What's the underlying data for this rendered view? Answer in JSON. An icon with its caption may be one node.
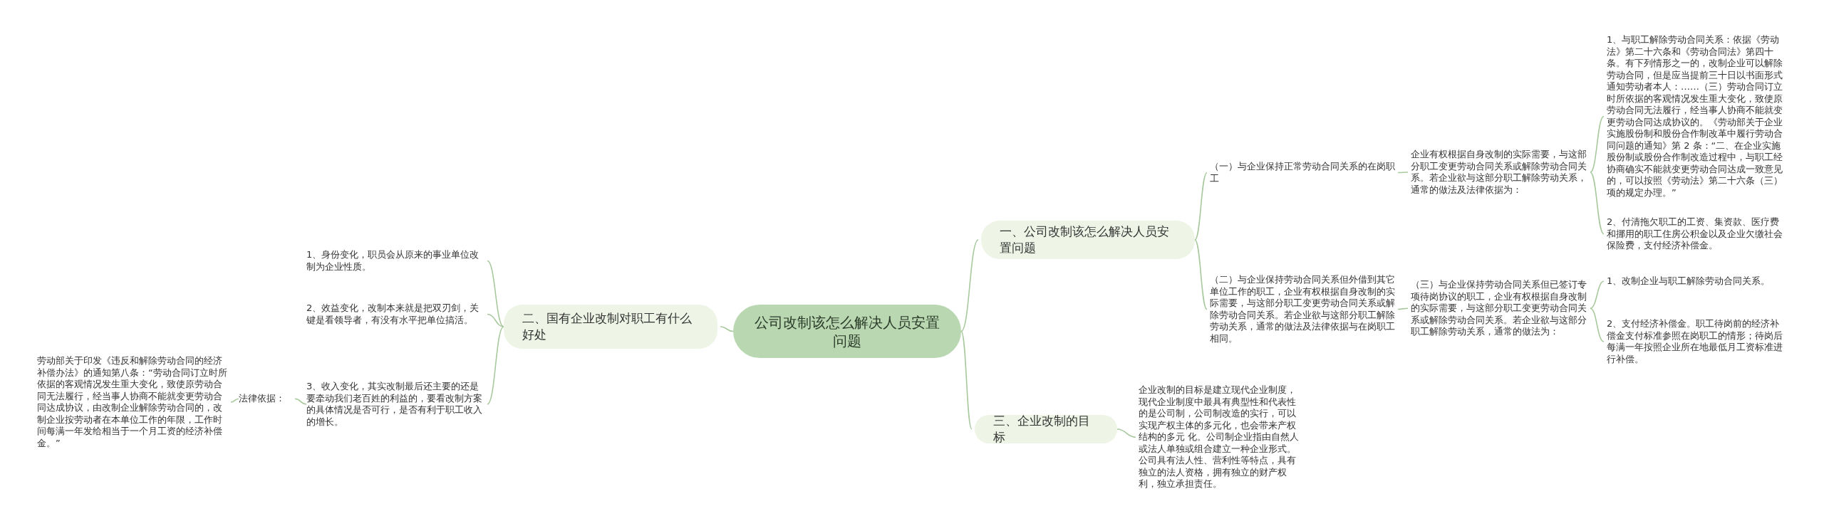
{
  "diagram": {
    "nodes": [
      {
        "text": [
          "公司改制该怎么解决人员安置问题"
        ]
      },
      {
        "text": [
          "一、公司改制该怎么解决人员安置问题"
        ]
      },
      {
        "text": [
          "（一）与企业保持正常劳动合同关系的在岗职工"
        ]
      },
      {
        "text": [
          "企业有权根据自身改制的实际需要，与这部分职工变更劳动合同关系或解除劳动合同关系。若企业欲与这部分职工解除劳动关系，通常的做法及法律依据为："
        ]
      },
      {
        "text": [
          "1、与职工解除劳动合同关系：依据《劳动法》第二十六条和《劳动合同法》第四十条。有下列情形之一的，改制企业可以解除劳动合同，但是应当提前三十日以书面形式通知劳动者本人：……（三）劳动合同订立时所依据的客观情况发生重大变化，致使原劳动合同无法履行，经当事人协商不能就变更劳动合同达成协议的。《劳动部关于企业实施股份制和股份合作制改革中履行劳动合同问题的通知》第 2 条：“二、在企业实施股份制或股份合作制改造过程中，与职工经协商确实不能就变更劳动合同达成一致意见的，可以按照《劳动法》第二十六条（三）项的规定办理。”"
        ]
      },
      {
        "text": [
          "2、付清拖欠职工的工资、集资款、医疗费和挪用的职工住房公积金以及企业欠缴社会保险费，支付经济补偿金。"
        ]
      },
      {
        "text": [
          "（二）与企业保持劳动合同关系但外借到其它单位工作的职工，企业有权根据自身改制的实际需要，与这部分职工变更劳动合同关系或解除劳动合同关系。若企业欲与这部分职工解除劳动关系，通常的做法及法律依据与在岗职工相同。"
        ]
      },
      {
        "text": [
          "（三）与企业保持劳动合同关系但已签订专项待岗协议的职工，企业有权根据自身改制的实际需要，与这部分职工变更劳动合同关系或解除劳动合同关系。若企业欲与这部分职工解除劳动关系，通常的做法为："
        ]
      },
      {
        "text": [
          "1、改制企业与职工解除劳动合同关系。"
        ]
      },
      {
        "text": [
          "2、支付经济补偿金。职工待岗前的经济补偿金支付标准参照在岗职工的情形；待岗后每满一年按照企业所在地最低月工资标准进行补偿。"
        ]
      },
      {
        "text": [
          "二、国有企业改制对职工有什么好处"
        ]
      },
      {
        "text": [
          "1、身份变化，职员会从原来的事业单位改制为企业性质。"
        ]
      },
      {
        "text": [
          "2、效益变化，改制本来就是把双刃剑，关键是看领导者，有没有水平把单位搞活。"
        ]
      },
      {
        "text": [
          "3、收入变化，其实改制最后还主要的还是要牵动我们老百姓的利益的，要看改制方案的具体情况是否可行，是否有利于职工收入的增长。"
        ]
      },
      {
        "text": [
          "法律依据："
        ]
      },
      {
        "text": [
          "劳动部关于印发《违反和解除劳动合同的经济补偿办法》的通知第八条：“劳动合同订立时所依据的客观情况发生重大变化，致使原劳动合同无法履行，经当事人协商不能就变更劳动合同达成协议，由改制企业解除劳动合同的，改制企业按劳动者在本单位工作的年限，工作时间每满一年发给相当于一个月工资的经济补偿金。”"
        ]
      },
      {
        "text": [
          "三、企业改制的目标"
        ]
      },
      {
        "text": [
          "企业改制的目标是建立现代企业制度，现代企业制度中最具有典型性和代表性的是公司制，公司制改造的实行，可以实现产权主体的多元化，也会带来产权结构的多元 化。公司制企业指由自然人或法人单独或组合建立一种企业形式。公司具有法人性、营利性等特点，具有独立的法人资格，拥有独立的财产权利，独立承担责任。"
        ]
      }
    ],
    "edges": [
      {
        "from": 0,
        "to": 1,
        "arrow": "none"
      },
      {
        "from": 1,
        "to": 2,
        "arrow": "none"
      },
      {
        "from": 2,
        "to": 3,
        "arrow": "none"
      },
      {
        "from": 3,
        "to": 4,
        "arrow": "none"
      },
      {
        "from": 3,
        "to": 5,
        "arrow": "none"
      },
      {
        "from": 1,
        "to": 6,
        "arrow": "none"
      },
      {
        "from": 6,
        "to": 7,
        "arrow": "none"
      },
      {
        "from": 7,
        "to": 8,
        "arrow": "none"
      },
      {
        "from": 7,
        "to": 9,
        "arrow": "none"
      },
      {
        "from": 0,
        "to": 10,
        "arrow": "none"
      },
      {
        "from": 10,
        "to": 11,
        "arrow": "none"
      },
      {
        "from": 10,
        "to": 12,
        "arrow": "none"
      },
      {
        "from": 10,
        "to": 13,
        "arrow": "none"
      },
      {
        "from": 13,
        "to": 14,
        "arrow": "none"
      },
      {
        "from": 14,
        "to": 15,
        "arrow": "none"
      },
      {
        "from": 0,
        "to": 16,
        "arrow": "none"
      },
      {
        "from": 16,
        "to": 17,
        "arrow": "none"
      }
    ]
  }
}
